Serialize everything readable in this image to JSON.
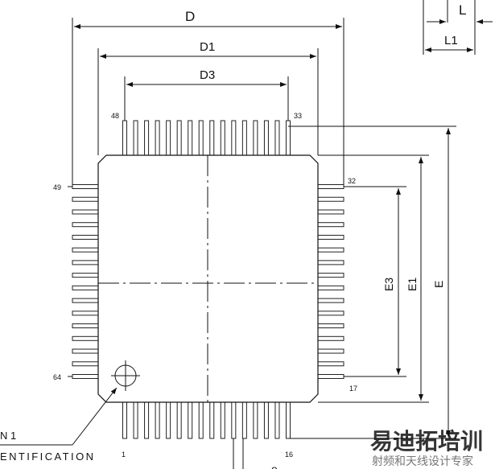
{
  "dimensions": {
    "D": "D",
    "D1": "D1",
    "D3": "D3",
    "E": "E",
    "E1": "E1",
    "E3": "E3",
    "L": "L",
    "L1": "L1",
    "e": "e"
  },
  "pins": {
    "p1": "1",
    "p16": "16",
    "p17": "17",
    "p32": "32",
    "p33": "33",
    "p48": "48",
    "p49": "49",
    "p64": "64",
    "count_per_side": 16
  },
  "pin1_label": {
    "line1": "N  1",
    "line2": "ENTIFICATION"
  },
  "watermark": {
    "line1a": "易迪拓",
    "line1b": "培训",
    "line2": "射频和天线设计专家",
    "color_a": "#e07a7a",
    "color_b": "#7a9ac8"
  }
}
